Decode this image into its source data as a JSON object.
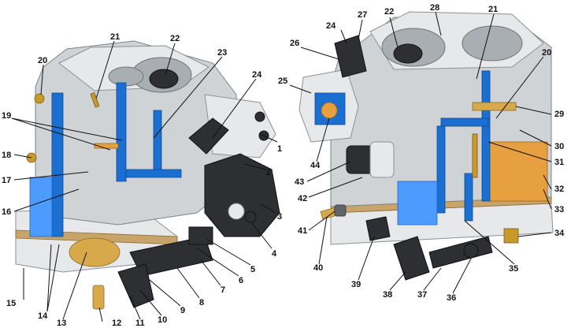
{
  "callouts": [
    {
      "id": "c1",
      "text": "1"
    },
    {
      "id": "c2",
      "text": "2"
    },
    {
      "id": "c3",
      "text": "3"
    },
    {
      "id": "c4",
      "text": "4"
    },
    {
      "id": "c5",
      "text": "5"
    },
    {
      "id": "c6",
      "text": "6"
    },
    {
      "id": "c7",
      "text": "7"
    },
    {
      "id": "c8",
      "text": "8"
    },
    {
      "id": "c9",
      "text": "9"
    },
    {
      "id": "c10",
      "text": "10"
    },
    {
      "id": "c11",
      "text": "11"
    },
    {
      "id": "c12",
      "text": "12"
    },
    {
      "id": "c13",
      "text": "13"
    },
    {
      "id": "c14",
      "text": "14"
    },
    {
      "id": "c15",
      "text": "15"
    },
    {
      "id": "c16",
      "text": "16"
    },
    {
      "id": "c17",
      "text": "17"
    },
    {
      "id": "c18",
      "text": "18"
    },
    {
      "id": "c19",
      "text": "19"
    },
    {
      "id": "c20a",
      "text": "20"
    },
    {
      "id": "c21a",
      "text": "21"
    },
    {
      "id": "c22a",
      "text": "22"
    },
    {
      "id": "c23",
      "text": "23"
    },
    {
      "id": "c24a",
      "text": "24"
    },
    {
      "id": "c24b",
      "text": "24"
    },
    {
      "id": "c27",
      "text": "27"
    },
    {
      "id": "c22b",
      "text": "22"
    },
    {
      "id": "c28",
      "text": "28"
    },
    {
      "id": "c21b",
      "text": "21"
    },
    {
      "id": "c26",
      "text": "26"
    },
    {
      "id": "c25",
      "text": "25"
    },
    {
      "id": "c20b",
      "text": "20"
    },
    {
      "id": "c29",
      "text": "29"
    },
    {
      "id": "c30",
      "text": "30"
    },
    {
      "id": "c31",
      "text": "31"
    },
    {
      "id": "c32",
      "text": "32"
    },
    {
      "id": "c33",
      "text": "33"
    },
    {
      "id": "c34",
      "text": "34"
    },
    {
      "id": "c35",
      "text": "35"
    },
    {
      "id": "c36",
      "text": "36"
    },
    {
      "id": "c37",
      "text": "37"
    },
    {
      "id": "c38",
      "text": "38"
    },
    {
      "id": "c39",
      "text": "39"
    },
    {
      "id": "c40",
      "text": "40"
    },
    {
      "id": "c41",
      "text": "41"
    },
    {
      "id": "c42",
      "text": "42"
    },
    {
      "id": "c43",
      "text": "43"
    },
    {
      "id": "c44",
      "text": "44"
    }
  ]
}
